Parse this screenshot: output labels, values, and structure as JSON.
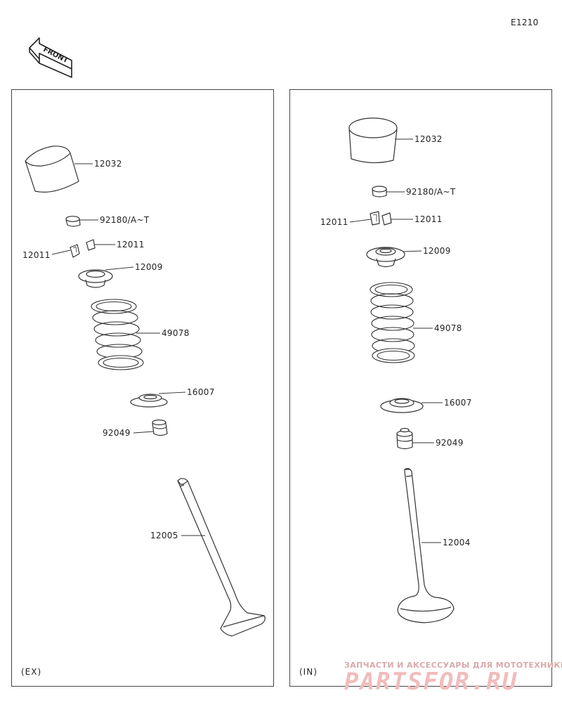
{
  "diagram_id": "E1210",
  "front_label": "FRONT",
  "panels": {
    "exhaust": {
      "variant_label": "(EX)",
      "parts": {
        "lifter": "12032",
        "shim": "92180/A~T",
        "keeper_left": "12011",
        "keeper_right": "12011",
        "retainer": "12009",
        "spring": "49078",
        "seat": "16007",
        "seal": "92049",
        "valve": "12005"
      }
    },
    "intake": {
      "variant_label": "(IN)",
      "parts": {
        "lifter": "12032",
        "shim": "92180/A~T",
        "keeper_left": "12011",
        "keeper_right": "12011",
        "retainer": "12009",
        "spring": "49078",
        "seat": "16007",
        "seal": "92049",
        "valve": "12004"
      }
    }
  },
  "watermark": {
    "tagline": "ЗАПЧАСТИ И АКСЕССУАРЫ ДЛЯ МОТОТЕХНИКИ",
    "brand": "PARTSFOR.RU"
  }
}
